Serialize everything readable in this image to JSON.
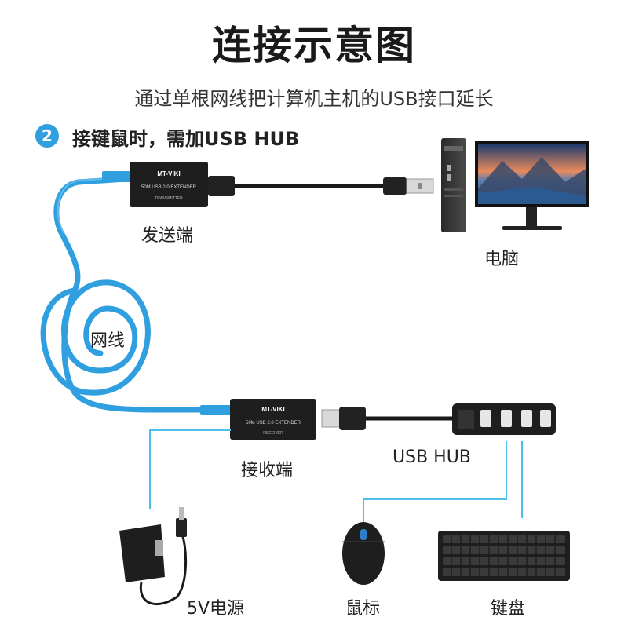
{
  "title": "连接示意图",
  "subtitle": "通过单根网线把计算机主机的USB接口延长",
  "step": {
    "number": "2",
    "text": "接键鼠时，需加USB HUB"
  },
  "devices": {
    "transmitter": {
      "label": "发送端",
      "brand": "MT-VIKI",
      "model": "50M USB 2.0 EXTENDER",
      "type": "TRANSMITTER"
    },
    "receiver": {
      "label": "接收端",
      "brand": "MT-VIKI",
      "model": "50M USB 2.0 EXTENDER",
      "type": "RECEIVER"
    },
    "computer": {
      "label": "电脑"
    },
    "cable": {
      "label": "网线"
    },
    "hub": {
      "label": "USB HUB"
    },
    "power": {
      "label": "5V电源"
    },
    "mouse": {
      "label": "鼠标"
    },
    "keyboard": {
      "label": "键盘"
    }
  },
  "colors": {
    "cable_blue": "#2f9fe0",
    "badge": "#2f9fe0",
    "device_dark": "#1e1e1e"
  }
}
